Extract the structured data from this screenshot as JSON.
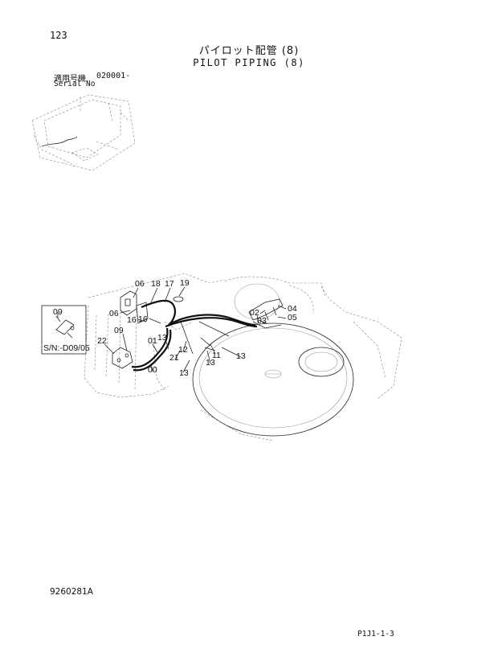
{
  "page": {
    "number": "123",
    "title_jp": "パイロット配管 (8)",
    "title_en": "PILOT PIPING (8)",
    "serial_label_jp": "適用号機",
    "serial_value": "020001-",
    "serial_label_en": "Serial No",
    "drawing_number": "9260281A",
    "page_code": "P1J1-1-3"
  },
  "inset": {
    "label": "09",
    "serial_note": "S/N:-D09/05"
  },
  "callouts": [
    "06",
    "18",
    "17",
    "19",
    "06",
    "16",
    "16",
    "09",
    "22",
    "01",
    "13",
    "12",
    "21",
    "00",
    "13",
    "13",
    "11",
    "13",
    "02",
    "04",
    "03",
    "05"
  ]
}
